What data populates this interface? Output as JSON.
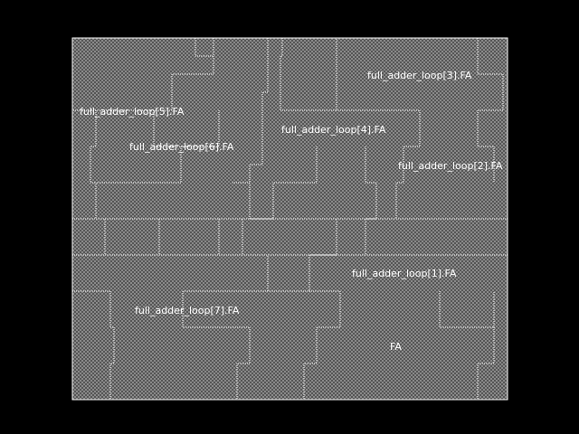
{
  "colors": {
    "background": "#000000",
    "checker_dark": "#555555",
    "checker_light": "#8a8a8a",
    "boundary": "#ffffff"
  },
  "instances": [
    {
      "id": "fa3",
      "label": "full_adder_loop[3].FA"
    },
    {
      "id": "fa5",
      "label": "full_adder_loop[5].FA"
    },
    {
      "id": "fa4",
      "label": "full_adder_loop[4].FA"
    },
    {
      "id": "fa6",
      "label": "full_adder_loop[6].FA"
    },
    {
      "id": "fa2",
      "label": "full_adder_loop[2].FA"
    },
    {
      "id": "fa1",
      "label": "full_adder_loop[1].FA"
    },
    {
      "id": "fa7",
      "label": "full_adder_loop[7].FA"
    },
    {
      "id": "fa0",
      "label": "FA"
    }
  ]
}
